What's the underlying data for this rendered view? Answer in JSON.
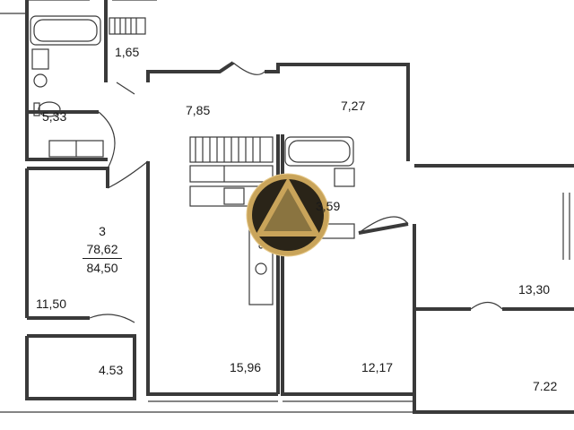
{
  "unit": {
    "rooms": "3",
    "living_area": "78,62",
    "total_area": "84,50"
  },
  "areas": {
    "bath_top_left": "5,33",
    "wc_top": "1,65",
    "hall_left": "7,85",
    "hall_right": "7,27",
    "bath_center": "3,59",
    "room_left": "11,50",
    "loggia_left": "4.53",
    "kitchen": "15,96",
    "room_center": "12,17",
    "room_right": "13,30",
    "loggia_right": "7.22"
  },
  "colors": {
    "wall": "#3a3a3a",
    "seal_dark": "#2a2418",
    "seal_gold": "#c9a45a"
  },
  "icons": {
    "seal": "watermark-seal"
  }
}
